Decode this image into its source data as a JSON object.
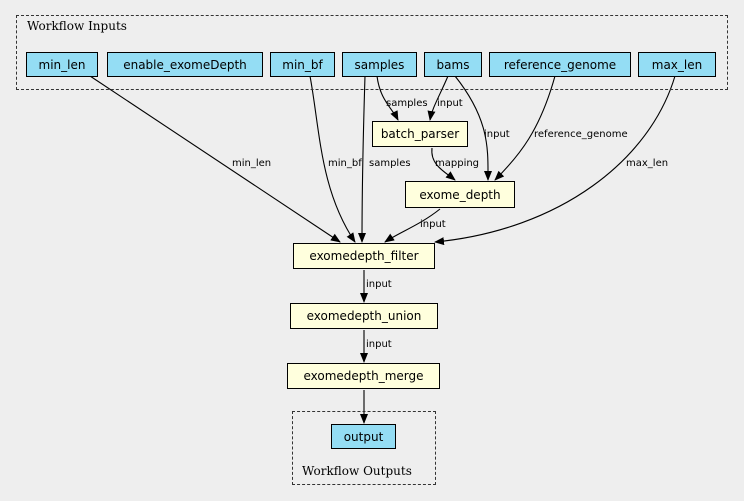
{
  "clusters": {
    "inputs_label": "Workflow Inputs",
    "outputs_label": "Workflow Outputs"
  },
  "colors": {
    "background": "#eeeeee",
    "io_node_fill": "#94ddf4",
    "step_node_fill": "#ffffdd"
  },
  "inputs": {
    "min_len": "min_len",
    "enable_exomeDepth": "enable_exomeDepth",
    "min_bf": "min_bf",
    "samples": "samples",
    "bams": "bams",
    "reference_genome": "reference_genome",
    "max_len": "max_len"
  },
  "steps": {
    "batch_parser": "batch_parser",
    "exome_depth": "exome_depth",
    "exomedepth_filter": "exomedepth_filter",
    "exomedepth_union": "exomedepth_union",
    "exomedepth_merge": "exomedepth_merge"
  },
  "outputs": {
    "output": "output"
  },
  "edge_labels": {
    "samples_to_batch": "samples",
    "bams_to_batch": "input",
    "bams_to_exome": "input",
    "ref_to_exome": "reference_genome",
    "batch_to_exome": "mapping",
    "minlen_to_filter": "min_len",
    "minbf_to_filter": "min_bf",
    "samples_to_filter": "samples",
    "maxlen_to_filter": "max_len",
    "exome_to_filter": "input",
    "filter_to_union": "input",
    "union_to_merge": "input"
  }
}
